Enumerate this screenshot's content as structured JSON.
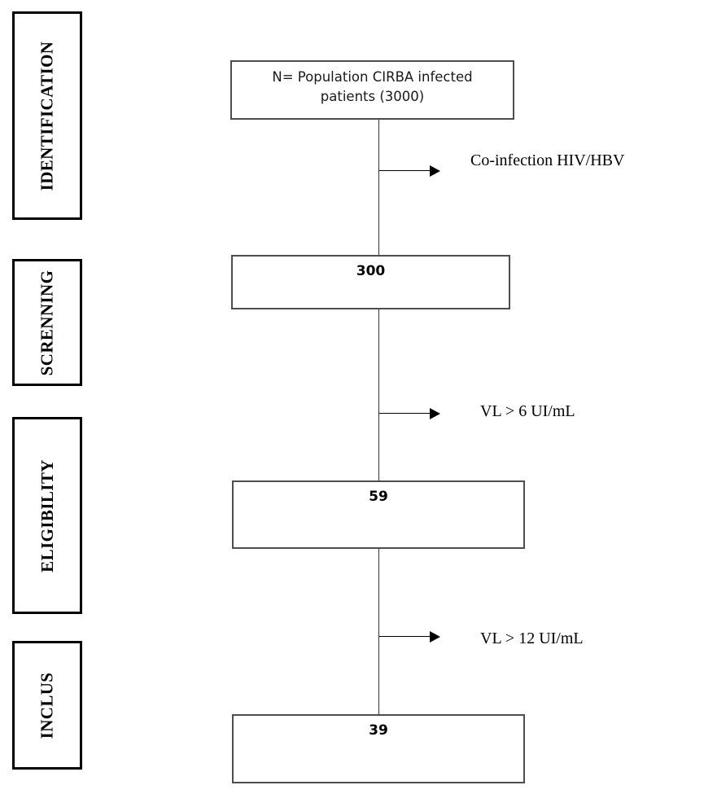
{
  "diagram": {
    "title": "Patient selection flow diagram",
    "type": "prisma-flow"
  },
  "stages": [
    {
      "label": "IDENTIFICATION",
      "name": "stage-identification"
    },
    {
      "label": "SCRENNING",
      "name": "stage-screnning"
    },
    {
      "label": "ELIGIBILITY",
      "name": "stage-eligibility"
    },
    {
      "label": "INCLUS",
      "name": "stage-inclus"
    }
  ],
  "nodes": [
    {
      "id": "population",
      "line1": "N= Population CIRBA infected",
      "line2": "patients (3000)",
      "value": "3000"
    },
    {
      "id": "screened",
      "value": "300"
    },
    {
      "id": "eligible",
      "value": "59"
    },
    {
      "id": "included",
      "value": "39"
    }
  ],
  "exclusions": [
    {
      "id": "exclusion-1",
      "label": "Co-infection HIV/HBV"
    },
    {
      "id": "exclusion-2",
      "label": "VL > 6 UI/mL"
    },
    {
      "id": "exclusion-3",
      "label": "VL > 12 UI/mL"
    }
  ],
  "colors": {
    "stage_border": "#000000",
    "node_border": "#4d4d4d",
    "connector": "#333333",
    "text": "#000000",
    "background": "#ffffff"
  }
}
